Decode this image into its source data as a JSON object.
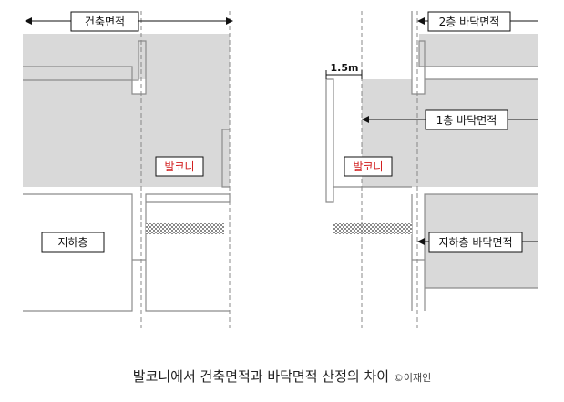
{
  "labels": {
    "building_area": "건축면적",
    "balcony_left": "발코니",
    "basement_left": "지하층",
    "dimension": "1.5m",
    "floor2_area": "2층 바닥면적",
    "floor1_area": "1층 바닥면적",
    "balcony_right": "발코니",
    "basement_area": "지하층 바닥면적"
  },
  "caption": {
    "text": "발코니에서 건축면적과 바닥면적 산정의 차이",
    "credit": "©이재인"
  },
  "colors": {
    "fill_gray": "#d9d9d9",
    "line_gray": "#8c8c8c",
    "balcony_red": "#d11b1b"
  }
}
